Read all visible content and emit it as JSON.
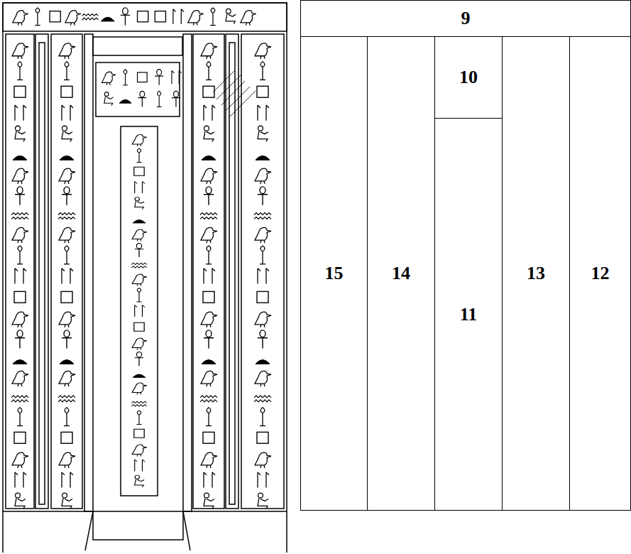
{
  "diagram": {
    "nodes": [
      {
        "text": [
          "9"
        ]
      },
      {
        "text": [
          "10"
        ]
      },
      {
        "text": [
          "11"
        ]
      },
      {
        "text": [
          "12"
        ]
      },
      {
        "text": [
          "13"
        ]
      },
      {
        "text": [
          "14"
        ]
      },
      {
        "text": [
          "15"
        ]
      }
    ]
  }
}
